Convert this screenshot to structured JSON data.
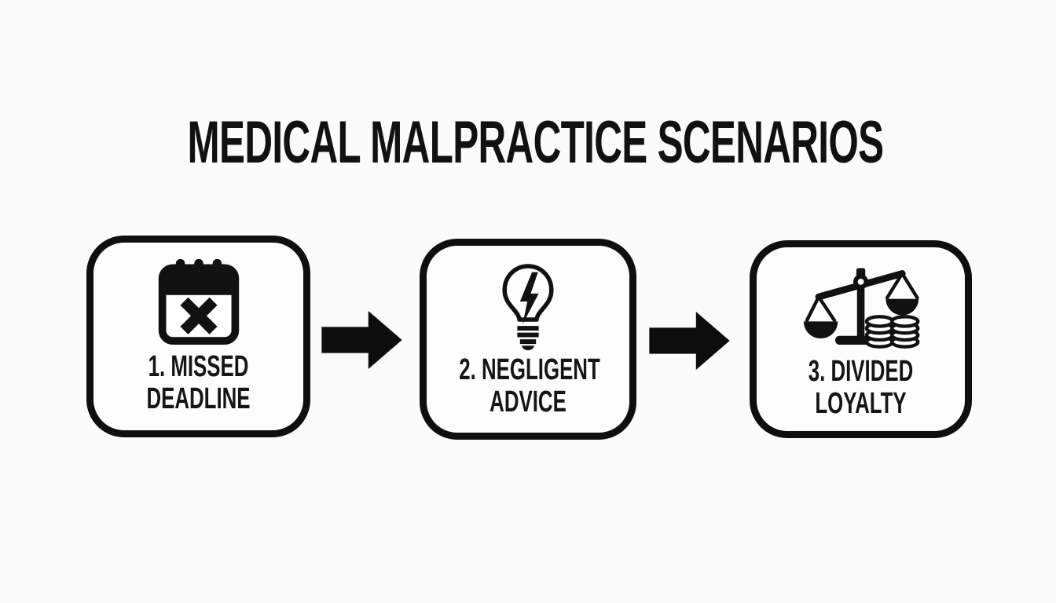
{
  "title": "MEDICAL MALPRACTICE SCENARIOS",
  "colors": {
    "background": "#fbfbfb",
    "ink": "#111111",
    "box_border": "#0f0f0f",
    "box_fill": "#fdfdfd"
  },
  "flow": {
    "steps": [
      {
        "icon": "calendar-x-icon",
        "label_line1": "1. MISSED",
        "label_line2": "DEADLINE"
      },
      {
        "icon": "lightbulb-bolt-icon",
        "label_line1": "2. NEGLIGENT",
        "label_line2": "ADVICE"
      },
      {
        "icon": "scales-coins-icon",
        "label_line1": "3. DIVIDED",
        "label_line2": "LOYALTY"
      }
    ],
    "connector_icon": "flow-arrow-right-icon",
    "connector_count": 2
  }
}
